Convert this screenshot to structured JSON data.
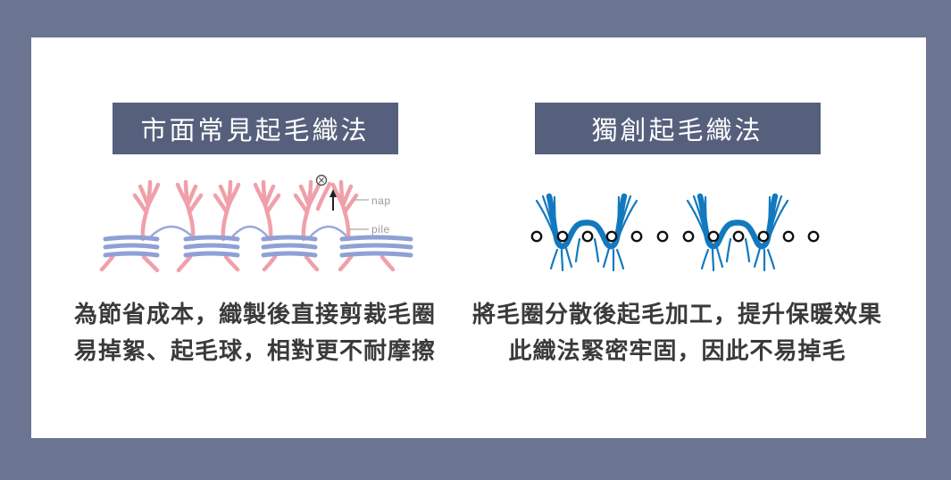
{
  "colors": {
    "frame_background": "#6b7491",
    "card_background": "#ffffff",
    "banner_background": "#56607c",
    "banner_text": "#ffffff",
    "body_text": "#3a3a3a",
    "nap_pink": "#f0a0aa",
    "loop_periwinkle": "#8fa0d5",
    "yarn_azure": "#1379bf",
    "ring_black": "#111111"
  },
  "left_panel": {
    "banner": "市面常見起毛織法",
    "description": [
      "為節省成本，織製後直接剪裁毛圈",
      "易掉絮、起毛球，相對更不耐摩擦"
    ],
    "diagram_labels": {
      "nap": "nap",
      "pile": "pile"
    }
  },
  "right_panel": {
    "banner": "獨創起毛織法",
    "description": [
      "將毛圈分散後起毛加工，提升保暖效果",
      "此織法緊密牢固，因此不易掉毛"
    ]
  }
}
